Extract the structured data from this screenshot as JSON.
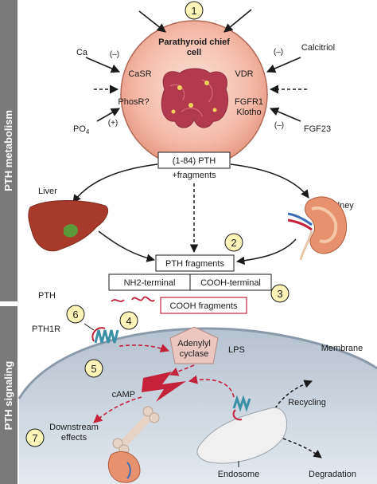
{
  "side_labels": {
    "metabolism": "PTH metabolism",
    "signaling": "PTH signaling"
  },
  "steps": [
    "1",
    "2",
    "3",
    "4",
    "5",
    "6",
    "7"
  ],
  "cell": {
    "title_line1": "Parathyroid chief",
    "title_line2": "cell",
    "receptors": {
      "casr": "CaSR",
      "phosr": "PhosR?",
      "vdr": "VDR",
      "fgfr1": "FGFR1",
      "klotho": "Klotho"
    }
  },
  "regulators": {
    "ca": "Ca",
    "ca_sign": "(–)",
    "po4": "PO",
    "po4_sub": "4",
    "po4_sign": "(+)",
    "calcitriol": "Calcitriol",
    "calcitriol_sign": "(–)",
    "fgf23": "FGF23",
    "fgf23_sign": "(–)"
  },
  "pth_box": {
    "line1": "(1-84) PTH",
    "line2": "+fragments"
  },
  "organs": {
    "liver": "Liver",
    "kidney": "Kidney"
  },
  "fragments": {
    "box": "PTH fragments",
    "nh2": "NH2-terminal",
    "cooh": "COOH-terminal",
    "cooh_fragments": "COOH fragments"
  },
  "signaling": {
    "pth": "PTH",
    "pth1r": "PTH1R",
    "adenylyl_line1": "Adenylyl",
    "adenylyl_line2": "cyclase",
    "lps": "LPS",
    "membrane": "Membrane",
    "camp": "cAMP",
    "recycling": "Recycling",
    "downstream_line1": "Downstream",
    "downstream_line2": "effects",
    "endosome": "Endosome",
    "degradation": "Degradation"
  },
  "colors": {
    "sidebar": "#7a7a7a",
    "cell_fill": "#f6c3b3",
    "cell_stroke": "#b06a55",
    "gland": "#b23a4e",
    "liver": "#a83a2c",
    "kidney": "#e8916e",
    "signal": "#c4213b",
    "membrane": "#c9d3dd",
    "receptor": "#3a8fa6",
    "cyclase": "#ecc7c1",
    "bone": "#e6d3c6"
  }
}
